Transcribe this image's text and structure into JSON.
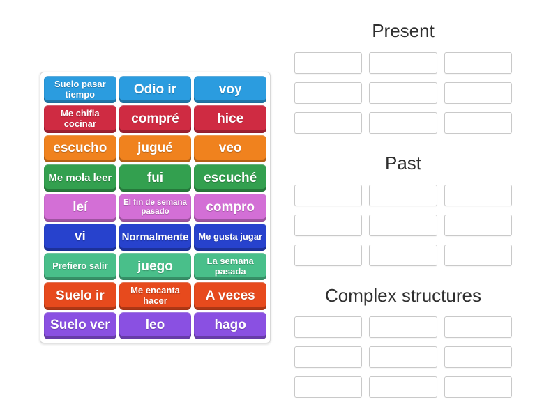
{
  "tiles": [
    {
      "label": "Suelo pasar tiempo",
      "color": "#2b9cdf"
    },
    {
      "label": "Odio ir",
      "color": "#2b9cdf"
    },
    {
      "label": "voy",
      "color": "#2b9cdf"
    },
    {
      "label": "Me chifla cocinar",
      "color": "#cf2b42"
    },
    {
      "label": "compré",
      "color": "#cf2b42"
    },
    {
      "label": "hice",
      "color": "#cf2b42"
    },
    {
      "label": "escucho",
      "color": "#f0821e"
    },
    {
      "label": "jugué",
      "color": "#f0821e"
    },
    {
      "label": "veo",
      "color": "#f0821e"
    },
    {
      "label": "Me mola leer",
      "color": "#33a04f"
    },
    {
      "label": "fui",
      "color": "#33a04f"
    },
    {
      "label": "escuché",
      "color": "#33a04f"
    },
    {
      "label": "leí",
      "color": "#d36fd6"
    },
    {
      "label": "El fin de semana pasado",
      "color": "#d36fd6"
    },
    {
      "label": "compro",
      "color": "#d36fd6"
    },
    {
      "label": "vi",
      "color": "#2742cd"
    },
    {
      "label": "Normalmente",
      "color": "#2742cd"
    },
    {
      "label": "Me gusta jugar",
      "color": "#2742cd"
    },
    {
      "label": "Prefiero salir",
      "color": "#49bf8a"
    },
    {
      "label": "juego",
      "color": "#49bf8a"
    },
    {
      "label": "La semana pasada",
      "color": "#49bf8a"
    },
    {
      "label": "Suelo ir",
      "color": "#e74a1d"
    },
    {
      "label": "Me encanta hacer",
      "color": "#e74a1d"
    },
    {
      "label": "A veces",
      "color": "#e74a1d"
    },
    {
      "label": "Suelo ver",
      "color": "#8a50e2"
    },
    {
      "label": "leo",
      "color": "#8a50e2"
    },
    {
      "label": "hago",
      "color": "#8a50e2"
    }
  ],
  "groups": [
    {
      "title": "Present",
      "slot_count": 9
    },
    {
      "title": "Past",
      "slot_count": 9
    },
    {
      "title": "Complex structures",
      "slot_count": 9
    }
  ],
  "colors": {
    "background": "#ffffff",
    "heading": "#2f2f2f",
    "slot_border": "#c9c9c9",
    "board_border": "#d8d8d8",
    "tile_text": "#ffffff"
  }
}
